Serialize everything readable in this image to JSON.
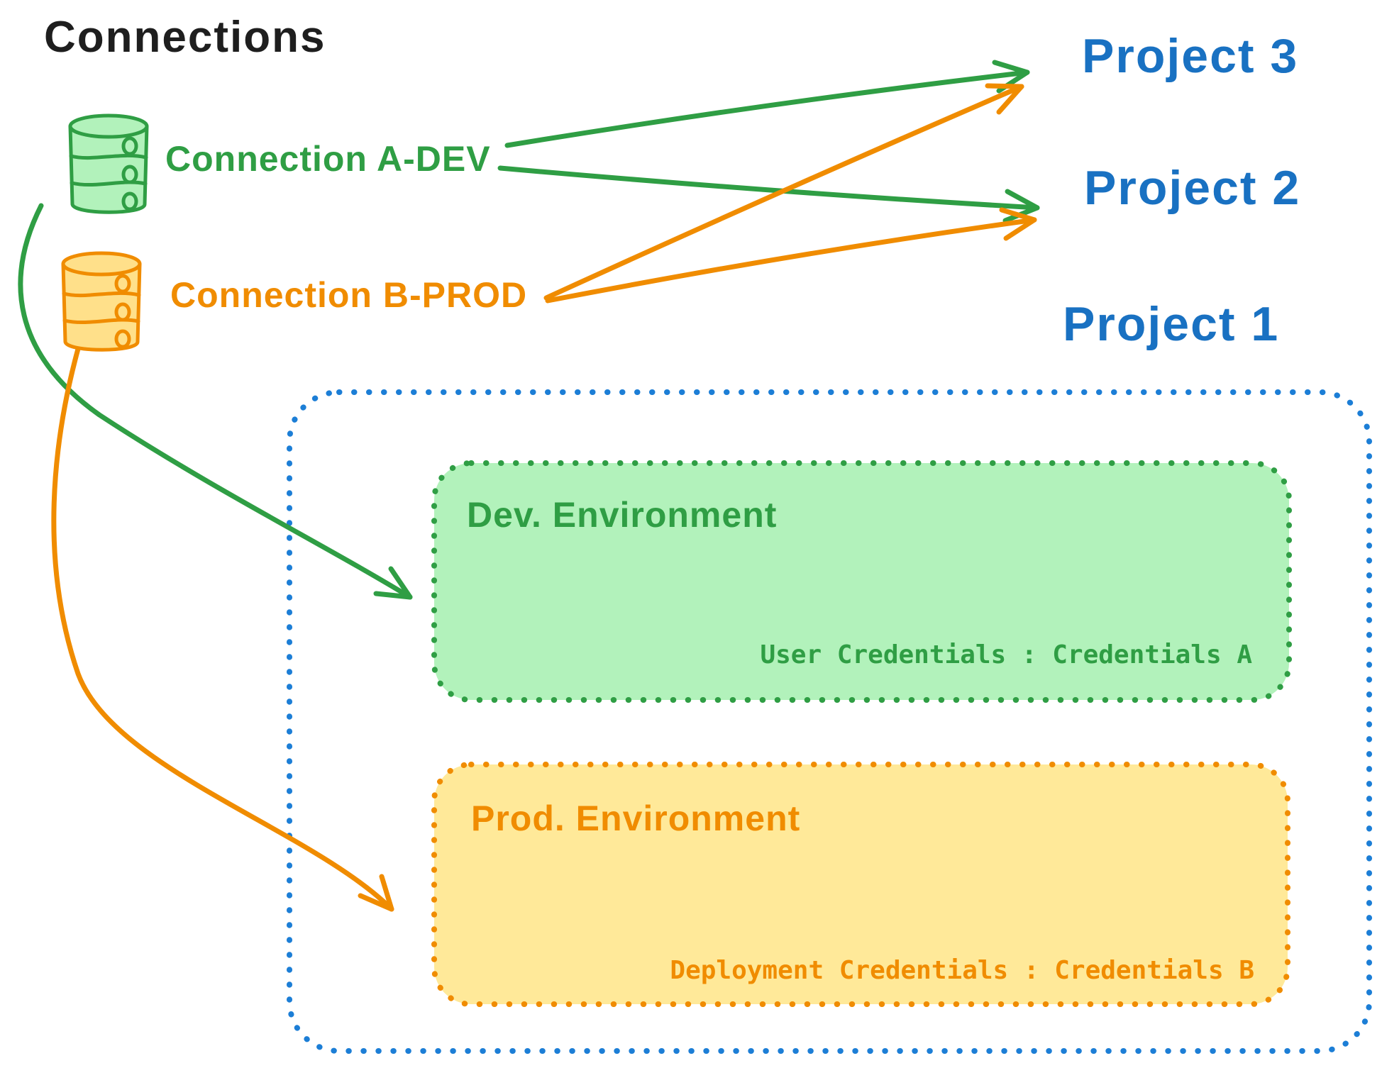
{
  "title": "Connections",
  "colors": {
    "ink": "#1e1e1e",
    "green": "#2f9e44",
    "green_light": "#b2f2bb",
    "orange": "#f08c00",
    "orange_light": "#ffe999",
    "orange_db": "#ffe08a",
    "blue": "#1971c2",
    "blue_border": "#1c7ed6"
  },
  "connections": [
    {
      "label": "Connection A-DEV"
    },
    {
      "label": "Connection B-PROD"
    }
  ],
  "projects": [
    {
      "label": "Project 3"
    },
    {
      "label": "Project 2"
    },
    {
      "label": "Project 1"
    }
  ],
  "environments": [
    {
      "title": "Dev. Environment",
      "credentials": "User Credentials : Credentials A"
    },
    {
      "title": "Prod. Environment",
      "credentials": "Deployment Credentials : Credentials B"
    }
  ],
  "edges": [
    {
      "from": "Connection A-DEV",
      "to": "Project 3",
      "color": "green"
    },
    {
      "from": "Connection A-DEV",
      "to": "Project 2",
      "color": "green"
    },
    {
      "from": "Connection B-PROD",
      "to": "Project 3",
      "color": "orange"
    },
    {
      "from": "Connection B-PROD",
      "to": "Project 2",
      "color": "orange"
    },
    {
      "from": "Connection A-DEV",
      "to": "Dev. Environment (Project 1)",
      "color": "green"
    },
    {
      "from": "Connection B-PROD",
      "to": "Prod. Environment (Project 1)",
      "color": "orange"
    }
  ]
}
